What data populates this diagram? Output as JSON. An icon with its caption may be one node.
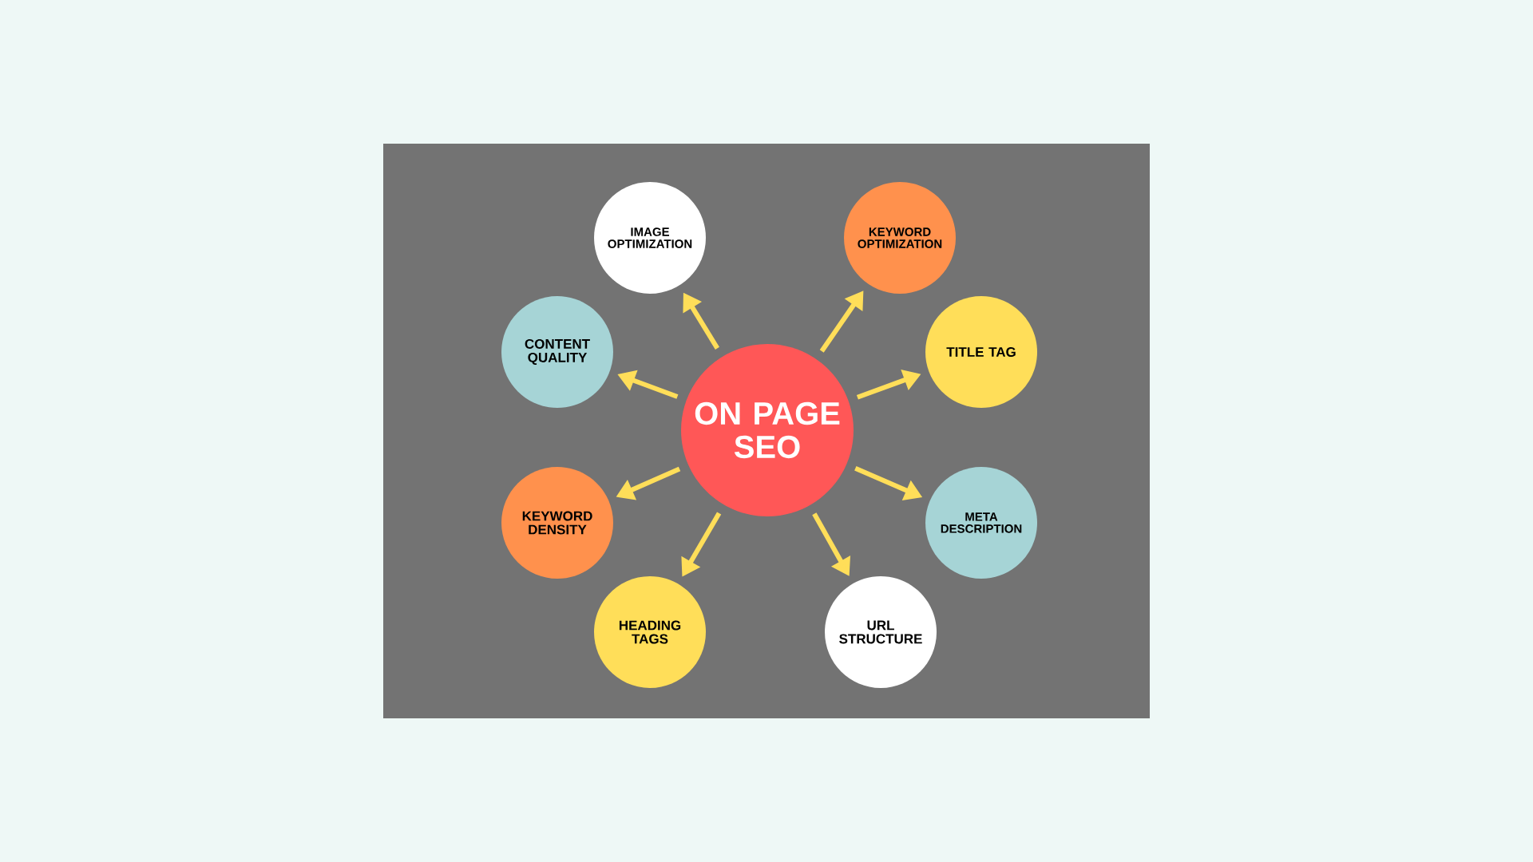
{
  "diagram": {
    "nodes": [
      {
        "text": [
          "ON PAGE SEO"
        ]
      },
      {
        "text": [
          "IMAGE OPTIMIZATION"
        ]
      },
      {
        "text": [
          "KEYWORD OPTIMIZATION"
        ]
      },
      {
        "text": [
          "CONTENT QUALITY"
        ]
      },
      {
        "text": [
          "TITLE TAG"
        ]
      },
      {
        "text": [
          "KEYWORD DENSITY"
        ]
      },
      {
        "text": [
          "META DESCRIPTION"
        ]
      },
      {
        "text": [
          "HEADING TAGS"
        ]
      },
      {
        "text": [
          "URL STRUCTURE"
        ]
      }
    ],
    "edges": [
      {
        "from": 0,
        "to": 1,
        "arrow": "to"
      },
      {
        "from": 0,
        "to": 2,
        "arrow": "to"
      },
      {
        "from": 0,
        "to": 3,
        "arrow": "to"
      },
      {
        "from": 0,
        "to": 4,
        "arrow": "to"
      },
      {
        "from": 0,
        "to": 5,
        "arrow": "to"
      },
      {
        "from": 0,
        "to": 6,
        "arrow": "to"
      },
      {
        "from": 0,
        "to": 7,
        "arrow": "to"
      },
      {
        "from": 0,
        "to": 8,
        "arrow": "to"
      }
    ]
  }
}
